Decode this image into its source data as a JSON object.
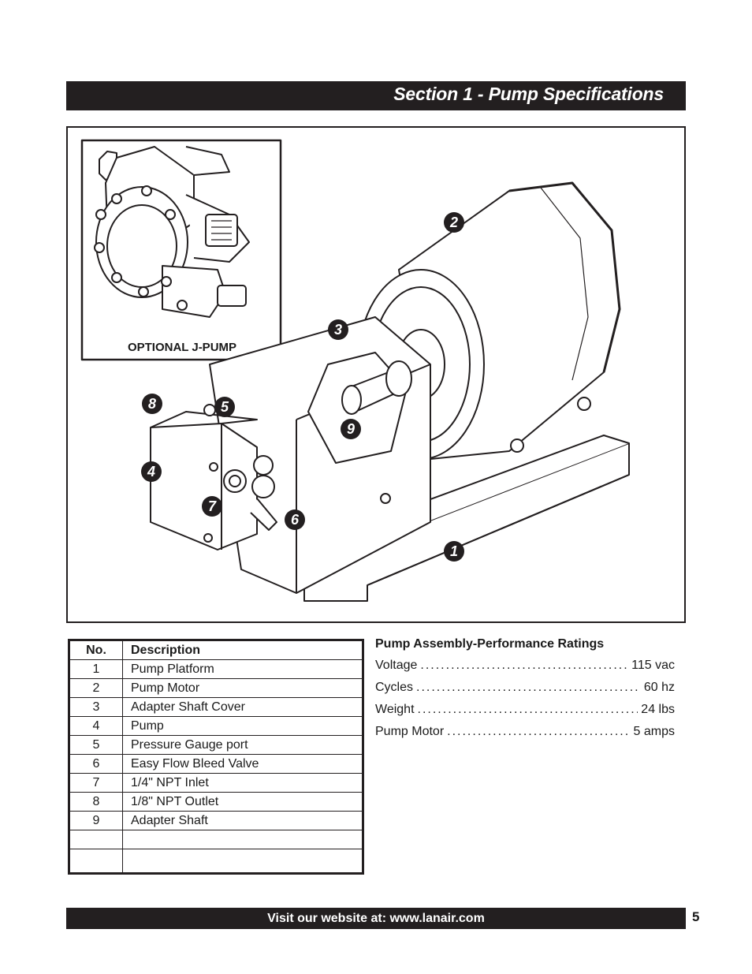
{
  "header": {
    "title": "Section 1 - Pump Specifications"
  },
  "figure": {
    "inset_caption": "OPTIONAL J-PUMP",
    "callouts": [
      "1",
      "2",
      "3",
      "4",
      "5",
      "6",
      "7",
      "8",
      "9"
    ]
  },
  "parts_table": {
    "headers": {
      "no": "No.",
      "description": "Description"
    },
    "rows": [
      {
        "no": "1",
        "description": "Pump Platform"
      },
      {
        "no": "2",
        "description": "Pump Motor"
      },
      {
        "no": "3",
        "description": "Adapter Shaft Cover"
      },
      {
        "no": "4",
        "description": "Pump"
      },
      {
        "no": "5",
        "description": "Pressure Gauge port"
      },
      {
        "no": "6",
        "description": "Easy Flow Bleed Valve"
      },
      {
        "no": "7",
        "description": "1/4\" NPT Inlet"
      },
      {
        "no": "8",
        "description": "1/8\" NPT Outlet"
      },
      {
        "no": "9",
        "description": "Adapter Shaft"
      }
    ]
  },
  "ratings": {
    "title": "Pump Assembly-Performance Ratings",
    "items": [
      {
        "label": "Voltage",
        "value": "115 vac"
      },
      {
        "label": "Cycles",
        "value": "60 hz"
      },
      {
        "label": "Weight",
        "value": "24 lbs"
      },
      {
        "label": "Pump Motor",
        "value": "5 amps"
      }
    ]
  },
  "footer": {
    "text": "Visit our website at: www.lanair.com",
    "page_number": "5"
  }
}
